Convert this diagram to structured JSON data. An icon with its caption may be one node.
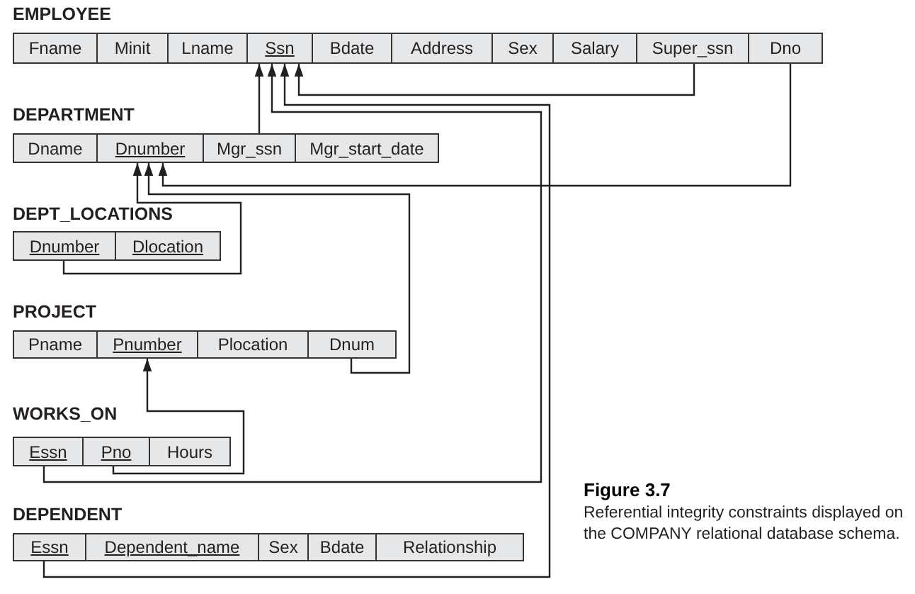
{
  "diagram": {
    "caption": "Referential integrity constraints displayed on the COMPANY relational database schema.",
    "nodes": [
      {
        "text": [
          "EMPLOYEE"
        ]
      },
      {
        "text": [
          "Fname"
        ],
        "in": 0
      },
      {
        "text": [
          "Minit"
        ],
        "in": 0
      },
      {
        "text": [
          "Lname"
        ],
        "in": 0
      },
      {
        "text": [
          "Ssn"
        ],
        "in": 0
      },
      {
        "text": [
          "Bdate"
        ],
        "in": 0
      },
      {
        "text": [
          "Address"
        ],
        "in": 0
      },
      {
        "text": [
          "Sex"
        ],
        "in": 0
      },
      {
        "text": [
          "Salary"
        ],
        "in": 0
      },
      {
        "text": [
          "Super_ssn"
        ],
        "in": 0
      },
      {
        "text": [
          "Dno"
        ],
        "in": 0
      },
      {
        "text": [
          "DEPARTMENT"
        ]
      },
      {
        "text": [
          "Dname"
        ],
        "in": 11
      },
      {
        "text": [
          "Dnumber"
        ],
        "in": 11
      },
      {
        "text": [
          "Mgr_ssn"
        ],
        "in": 11
      },
      {
        "text": [
          "Mgr_start_date"
        ],
        "in": 11
      },
      {
        "text": [
          "DEPT_LOCATIONS"
        ]
      },
      {
        "text": [
          "Dnumber"
        ],
        "in": 16
      },
      {
        "text": [
          "Dlocation"
        ],
        "in": 16
      },
      {
        "text": [
          "PROJECT"
        ]
      },
      {
        "text": [
          "Pname"
        ],
        "in": 19
      },
      {
        "text": [
          "Pnumber"
        ],
        "in": 19
      },
      {
        "text": [
          "Plocation"
        ],
        "in": 19
      },
      {
        "text": [
          "Dnum"
        ],
        "in": 19
      },
      {
        "text": [
          "WORKS_ON"
        ]
      },
      {
        "text": [
          "Essn"
        ],
        "in": 24
      },
      {
        "text": [
          "Pno"
        ],
        "in": 24
      },
      {
        "text": [
          "Hours"
        ],
        "in": 24
      },
      {
        "text": [
          "DEPENDENT"
        ]
      },
      {
        "text": [
          "Essn"
        ],
        "in": 28
      },
      {
        "text": [
          "Dependent_name"
        ],
        "in": 28
      },
      {
        "text": [
          "Sex"
        ],
        "in": 28
      },
      {
        "text": [
          "Bdate"
        ],
        "in": 28
      },
      {
        "text": [
          "Relationship"
        ],
        "in": 28
      }
    ],
    "edges": [
      {
        "from": 14,
        "to": 4,
        "arrow": "to"
      },
      {
        "from": 25,
        "to": 4,
        "arrow": "to"
      },
      {
        "from": 29,
        "to": 4,
        "arrow": "to"
      },
      {
        "from": 9,
        "to": 4,
        "arrow": "to"
      },
      {
        "from": 10,
        "to": 13,
        "arrow": "to"
      },
      {
        "from": 23,
        "to": 13,
        "arrow": "to"
      },
      {
        "from": 17,
        "to": 13,
        "arrow": "to"
      },
      {
        "from": 26,
        "to": 21,
        "arrow": "to"
      }
    ],
    "labels": [
      "Figure 3.7"
    ]
  }
}
